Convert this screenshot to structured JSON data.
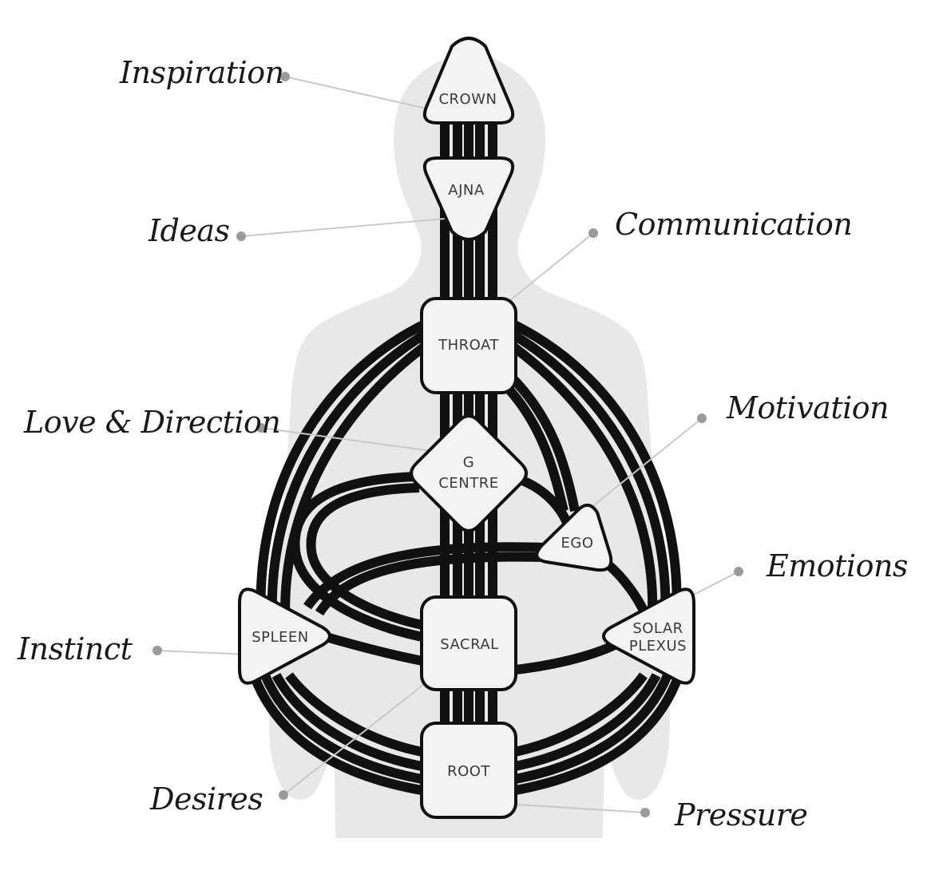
{
  "centers": {
    "crown": "CROWN",
    "ajna": "AJNA",
    "throat": "THROAT",
    "g_centre": [
      "G",
      "CENTRE"
    ],
    "ego": "EGO",
    "spleen": "SPLEEN",
    "sacral": "SACRAL",
    "solar_plexus": [
      "SOLAR",
      "PLEXUS"
    ],
    "root": "ROOT"
  },
  "callouts": {
    "inspiration": "Inspiration",
    "ideas": "Ideas",
    "communication": "Communication",
    "love_direction": "Love & Direction",
    "motivation": "Motivation",
    "emotions": "Emotions",
    "instinct": "Instinct",
    "desires": "Desires",
    "pressure": "Pressure"
  },
  "colors": {
    "silhouette": "#e8e8e8",
    "center_fill": "#f3f3f3",
    "outline": "#111111",
    "channel_fill": "#f7f7f7",
    "leader": "#c9c9c9",
    "dot": "#9a9a9a"
  }
}
